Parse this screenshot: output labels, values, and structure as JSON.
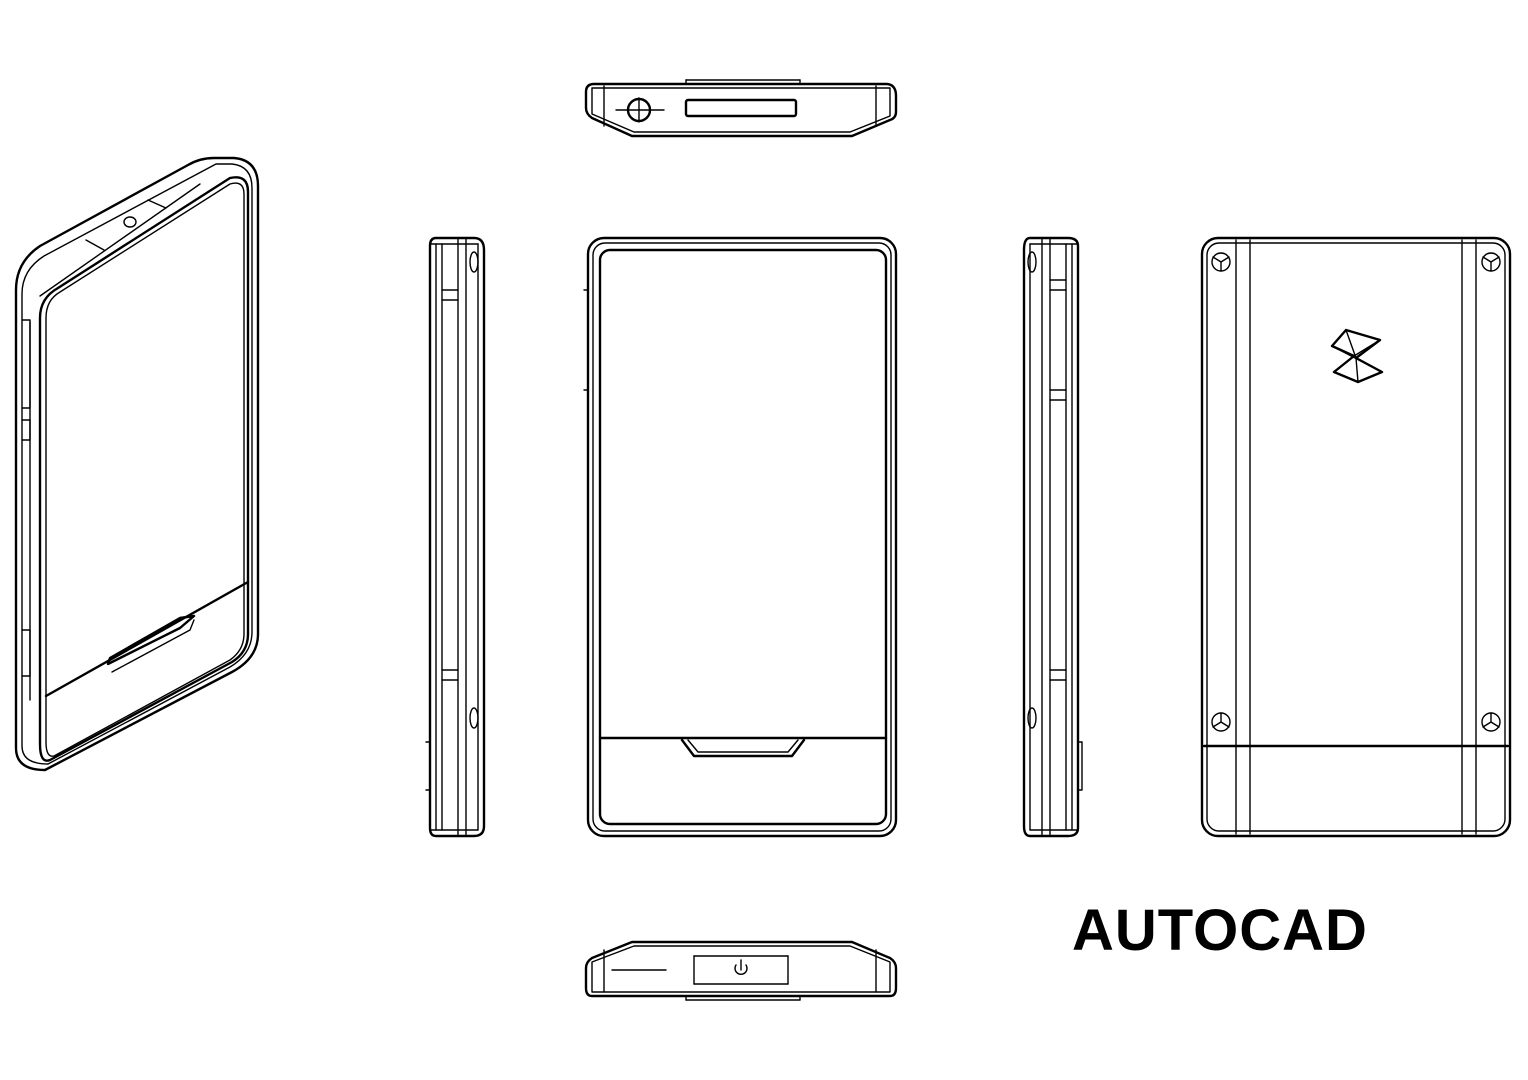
{
  "drawing": {
    "title": "AUTOCAD",
    "line_color": "#000000",
    "background_color": "#ffffff",
    "views": [
      {
        "id": "isometric",
        "icon": "phone-isometric-icon"
      },
      {
        "id": "top",
        "icon": "phone-top-edge-icon"
      },
      {
        "id": "left-side",
        "icon": "phone-side-icon"
      },
      {
        "id": "front",
        "icon": "phone-front-icon"
      },
      {
        "id": "right-side",
        "icon": "phone-side-icon"
      },
      {
        "id": "back",
        "icon": "phone-back-icon"
      },
      {
        "id": "bottom",
        "icon": "phone-bottom-edge-icon"
      }
    ]
  }
}
